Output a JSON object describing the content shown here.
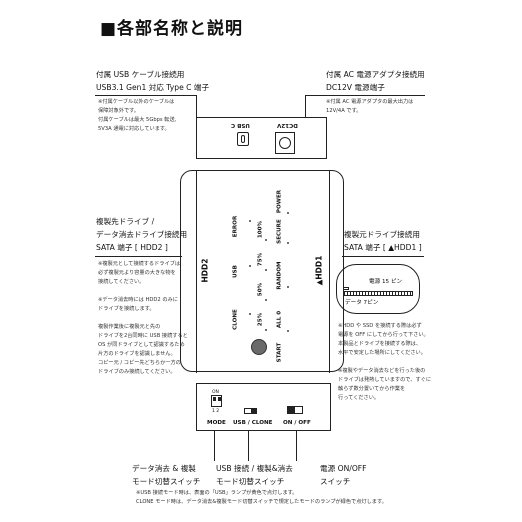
{
  "title": "■各部名称と説明",
  "usb_port": {
    "heading_1": "付属 USB ケーブル接続用",
    "heading_2": "USB3.1 Gen1 対応 Type C 端子",
    "notes": [
      "※付属ケーブル以外のケーブルは",
      "保障対象外です。",
      "付属ケーブルは最大 5Gbps 転送,",
      "5V3A 通電に対応しています。"
    ],
    "label": "USB C"
  },
  "dc_port": {
    "heading_1": "付属 AC 電源アダプタ接続用",
    "heading_2": "DC12V 電源端子",
    "notes": [
      "※付属 AC 電源アダプタの最大出力は",
      "12V/4A です。"
    ],
    "label": "DC12V"
  },
  "hdd2": {
    "heading_1": "複製先ドライブ /",
    "heading_2": "データ消去ドライブ接続用",
    "heading_3": "SATA 端子 [ HDD2 ]",
    "notes": [
      "※複製元として接続するドライブは",
      "必ず複製元より容量の大きな物を",
      "接続してください。",
      "",
      "※データ消去時には HDD2 のみに",
      "ドライブを接続します。",
      "",
      "複製作業後に複製元と先の",
      "ドライブを2台同時に USB 接続すると",
      "OS が同ドライブとして認識するため",
      "片方のドライブを認識しません。",
      "コピー元 / コピー先どちらか一方の",
      "ドライブのみ接続してください。"
    ],
    "label": "HDD2"
  },
  "hdd1": {
    "heading_1": "複製元ドライブ接続用",
    "heading_2": "SATA 端子 [ ▲HDD1 ]",
    "label": "▲HDD1",
    "connector_power_label": "電源 15 ピン",
    "connector_data_label": "データ 7ピン",
    "notes": [
      "※HDD や SSD を接続する際は必ず",
      "電源を OFF にしてから行って下さい。",
      "本製品とドライブを接続する際は、",
      "水平で安定した場所にしてください。",
      "",
      "※複製やデータ消去などを行った後の",
      "ドライブは発熱していますので、すぐに",
      "触らず数分置いてから作業を",
      "行ってください。"
    ]
  },
  "panel": {
    "left_col": [
      "ERROR",
      "USB",
      "CLONE"
    ],
    "mid_col_top": [
      "100%",
      "75%",
      "50%",
      "25%"
    ],
    "right_col": [
      "POWER",
      "SECURE",
      "RANDOM",
      "ALL 0"
    ],
    "start_label": "START"
  },
  "switch_box": {
    "dip_on": "ON",
    "dip_nums": "1  2",
    "mode_label": "MODE",
    "usb_clone_label": "USB / CLONE",
    "on_off_label": "ON / OFF"
  },
  "bottom": {
    "mode_heading_1": "データ消去 & 複製",
    "mode_heading_2": "モード切替スイッチ",
    "usb_heading_1": "USB 接続 / 複製&消去",
    "usb_heading_2": "モード切替スイッチ",
    "power_heading_1": "電源 ON/OFF",
    "power_heading_2": "スイッチ",
    "note_1": "※USB 接続モード時は、表面の「USB」ランプが黄色で点灯します。",
    "note_2": "CLONE モード時は、データ消去&複製モード切替スイッチで規定したモードのランプが緑色で点灯します。"
  }
}
